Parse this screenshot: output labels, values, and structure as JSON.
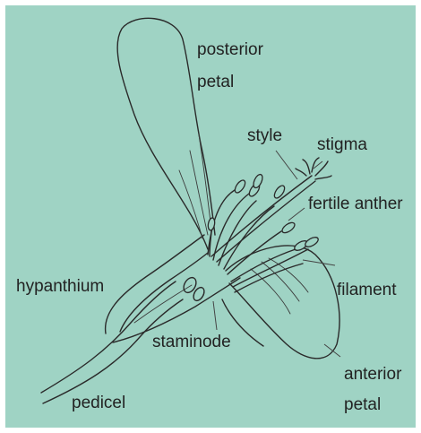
{
  "background_color": "#9fd3c4",
  "labels": {
    "posterior_line1": "posterior",
    "posterior_line2": "petal",
    "style": "style",
    "stigma": "stigma",
    "fertile_anther": "fertile anther",
    "hypanthium": "hypanthium",
    "filament": "filament",
    "staminode": "staminode",
    "anterior_line1": "anterior",
    "anterior_line2": "petal",
    "pedicel": "pedicel"
  }
}
